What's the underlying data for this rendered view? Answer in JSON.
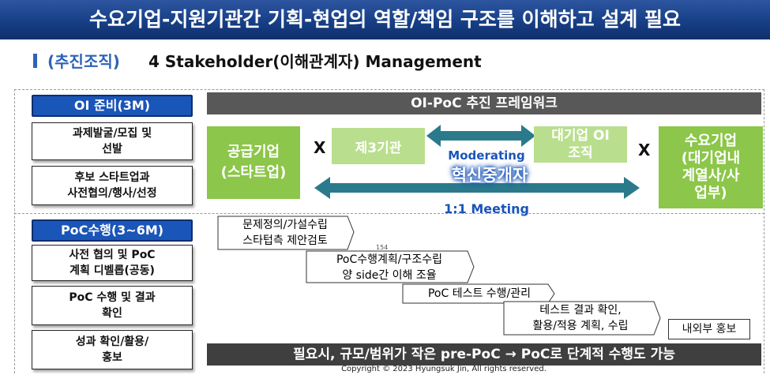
{
  "header": {
    "title": "수요기업-지원기관간 기획-현업의 역할/책임 구조를 이해하고 설계 필요",
    "subtitle_prefix": "(추진조직)",
    "subtitle_main": "4 Stakeholder(이해관계자) Management"
  },
  "left": {
    "phase1": {
      "label": "OI 준비(3M)",
      "steps": [
        "과제발굴/모집 및\n선발",
        "후보 스타트업과\n사전협의/행사/선정"
      ]
    },
    "phase2": {
      "label": "PoC수행(3~6M)",
      "steps": [
        "사전 협의 및 PoC\n계획 디벨롭(공동)",
        "PoC 수행 및 결과\n확인",
        "성과 확인/활용/\n홍보"
      ]
    }
  },
  "framework": {
    "title": "OI-PoC 추진 프레임워크",
    "supplier": "공급기업\n(스타트업)",
    "third_party": "제3기관",
    "large_org": "대기업 OI\n조직",
    "demand": "수요기업\n(대기업내\n계열사/사\n업부)",
    "times": "X",
    "moderating": "Moderating",
    "innovation": "혁신중개자",
    "meeting": "1:1 Meeting"
  },
  "timeline": {
    "items": [
      "문제정의/가설수립\n스타텁측 제안검토",
      "PoC수행계획/구조수립\n양 side간 이해 조율",
      "PoC 테스트 수행/관리",
      "테스트 결과 확인,\n활용/적용 계획, 수립",
      "내외부 홍보"
    ],
    "page_mark": "154"
  },
  "footer": {
    "note": "필요시, 규모/범위가 작은 pre-PoC → PoC로 단계적 수행도 가능",
    "copyright": "Copyright © 2023 Hyungsuk Jin, All rights reserved."
  },
  "colors": {
    "banner": "#173f86",
    "accent_blue": "#1a55b8",
    "green": "#8cc64a",
    "teal_arrow": "#2b7a8c",
    "dark_bar": "#585858"
  }
}
